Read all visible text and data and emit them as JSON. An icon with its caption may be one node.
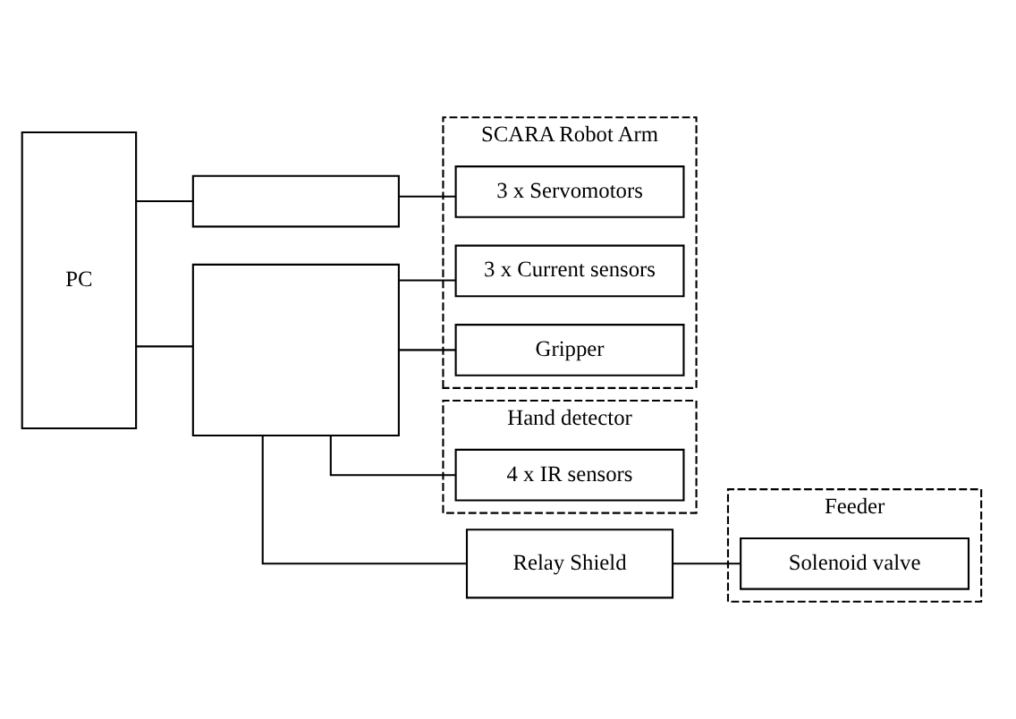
{
  "diagram": {
    "nodes": [
      {
        "text": [
          "PC"
        ]
      },
      {
        "text": [],
        "shape": "box"
      },
      {
        "text": [
          "SCARA Robot Arm"
        ]
      },
      {
        "text": [
          "3 x Servomotors"
        ],
        "in": 2
      },
      {
        "text": [
          "3 x Current sensors"
        ],
        "in": 2
      },
      {
        "text": [],
        "shape": "box"
      },
      {
        "text": [
          "Gripper"
        ],
        "in": 2
      },
      {
        "text": [
          "Hand detector"
        ]
      },
      {
        "text": [
          "4 x IR sensors"
        ],
        "in": 7
      },
      {
        "text": [
          "Feeder"
        ]
      },
      {
        "text": [
          "Relay Shield"
        ]
      },
      {
        "text": [
          "Solenoid valve"
        ],
        "in": 9
      }
    ],
    "edges": [
      {
        "from": 0,
        "to": 1,
        "arrow": "none"
      },
      {
        "from": 1,
        "to": 3,
        "arrow": "none"
      },
      {
        "from": 0,
        "to": 5,
        "arrow": "none"
      },
      {
        "from": 5,
        "to": 4,
        "arrow": "none"
      },
      {
        "from": 5,
        "to": 6,
        "arrow": "none"
      },
      {
        "from": 5,
        "to": 8,
        "arrow": "none"
      },
      {
        "from": 5,
        "to": 10,
        "arrow": "none"
      },
      {
        "from": 10,
        "to": 11,
        "arrow": "none"
      }
    ]
  }
}
